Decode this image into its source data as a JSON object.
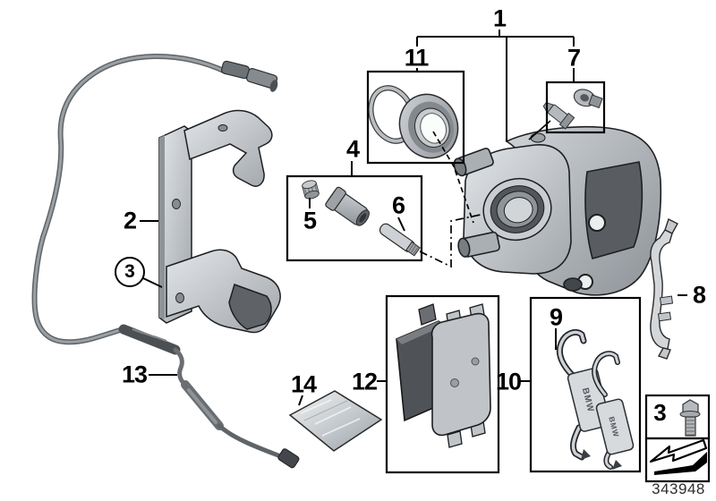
{
  "figure": {
    "drawing_number": "343948"
  },
  "callouts": {
    "n1": "1",
    "n2": "2",
    "n3": "3",
    "n4": "4",
    "n5": "5",
    "n6": "6",
    "n7": "7",
    "n8": "8",
    "n9": "9",
    "n10": "10",
    "n11": "11",
    "n12": "12",
    "n13": "13",
    "n14": "14",
    "n3_inset": "3"
  },
  "parts": {
    "clip_stamp_text": "BMW"
  },
  "colors": {
    "background": "#ffffff",
    "outline": "#000000",
    "metal_light": "#d8dbde",
    "metal_mid": "#a8adb2",
    "metal_dark": "#55595e",
    "footer_text": "#2d2d2d"
  }
}
